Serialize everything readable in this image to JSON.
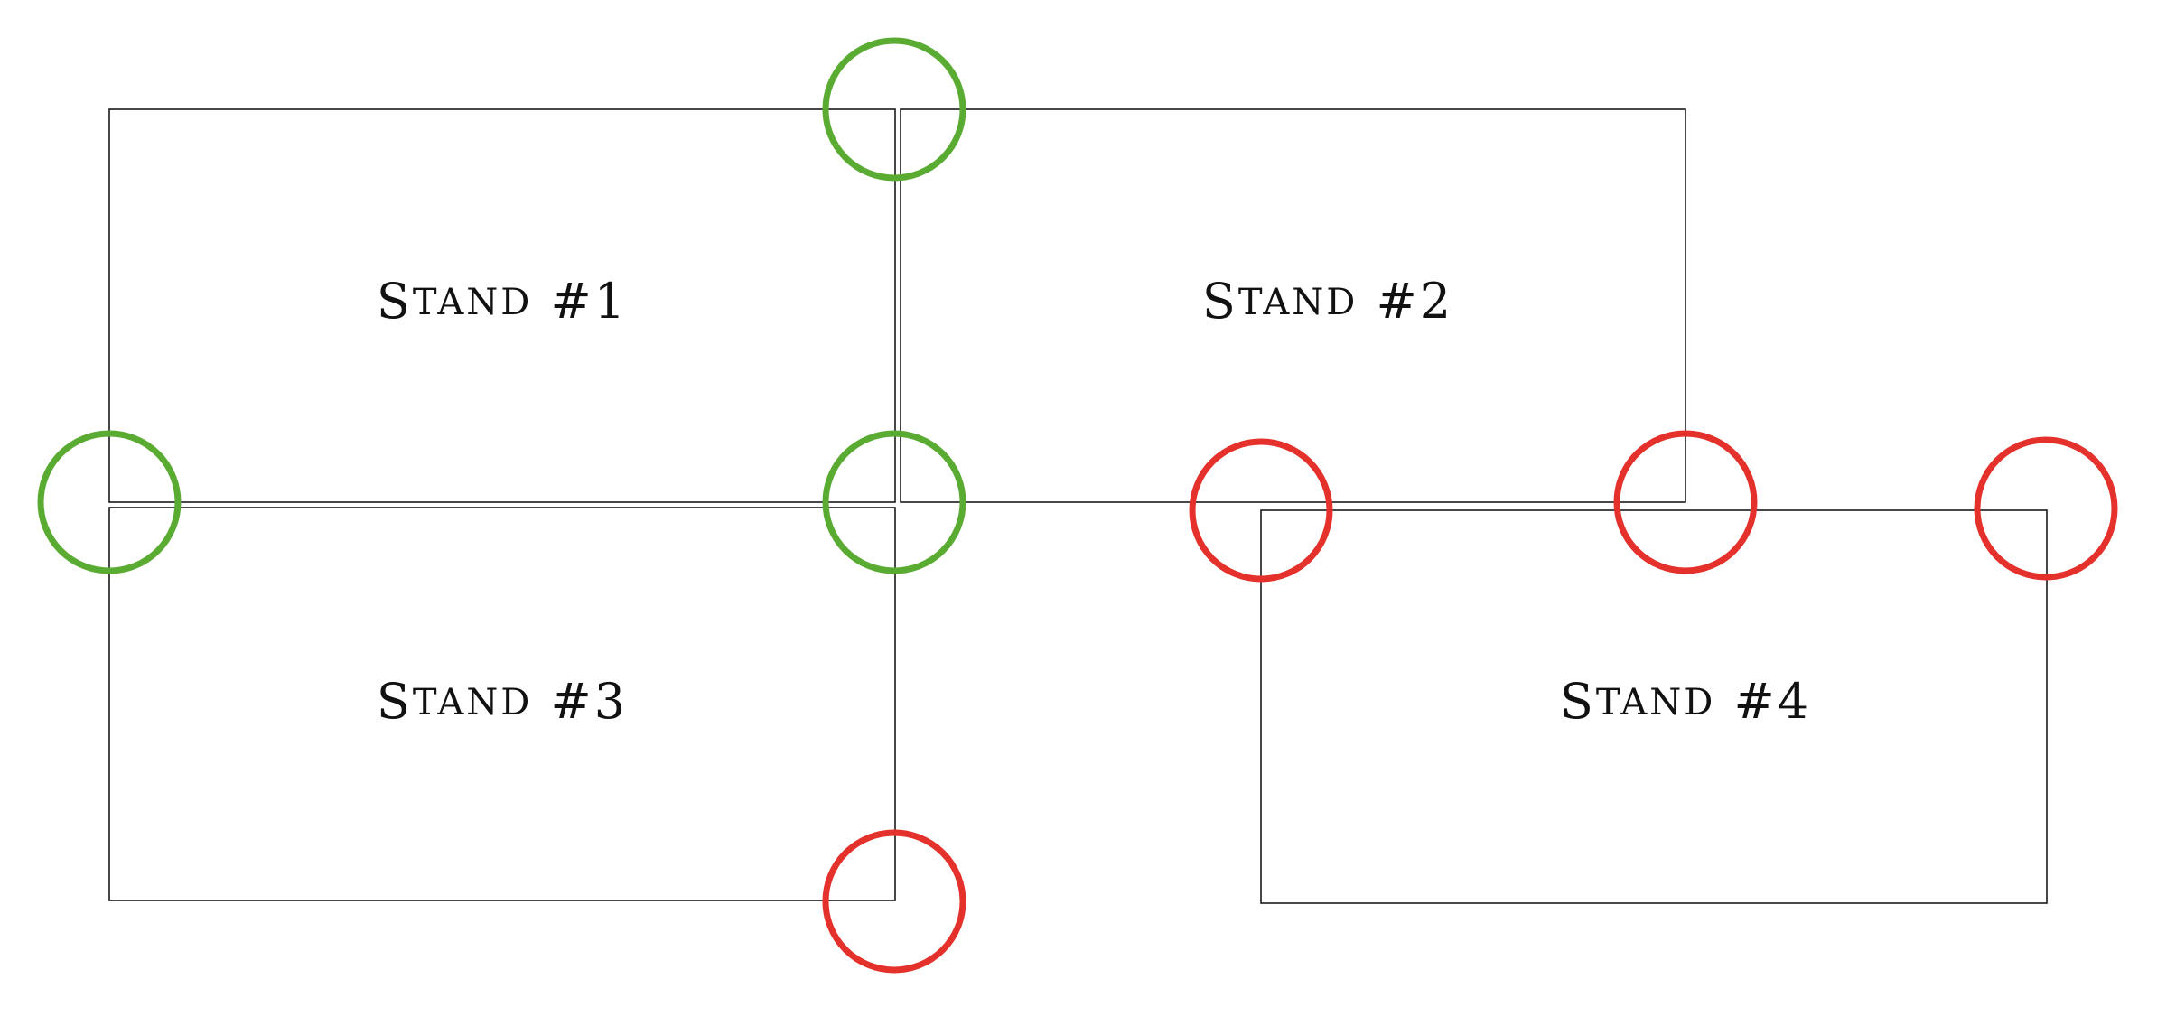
{
  "colors": {
    "ok": "#5aab32",
    "bad": "#e5312b",
    "outline": "#1a1a1a",
    "background": "#ffffff"
  },
  "stands": [
    {
      "id": "stand-1",
      "label_initial": "S",
      "label_rest": "TAND",
      "label_number": "#1"
    },
    {
      "id": "stand-2",
      "label_initial": "S",
      "label_rest": "TAND",
      "label_number": "#2"
    },
    {
      "id": "stand-3",
      "label_initial": "S",
      "label_rest": "TAND",
      "label_number": "#3"
    },
    {
      "id": "stand-4",
      "label_initial": "S",
      "label_rest": "TAND",
      "label_number": "#4"
    }
  ],
  "markers": [
    {
      "id": "m1",
      "status": "ok"
    },
    {
      "id": "m2",
      "status": "ok"
    },
    {
      "id": "m3",
      "status": "ok"
    },
    {
      "id": "m4",
      "status": "bad"
    },
    {
      "id": "m5",
      "status": "bad"
    },
    {
      "id": "m6",
      "status": "bad"
    },
    {
      "id": "m7",
      "status": "bad"
    }
  ]
}
